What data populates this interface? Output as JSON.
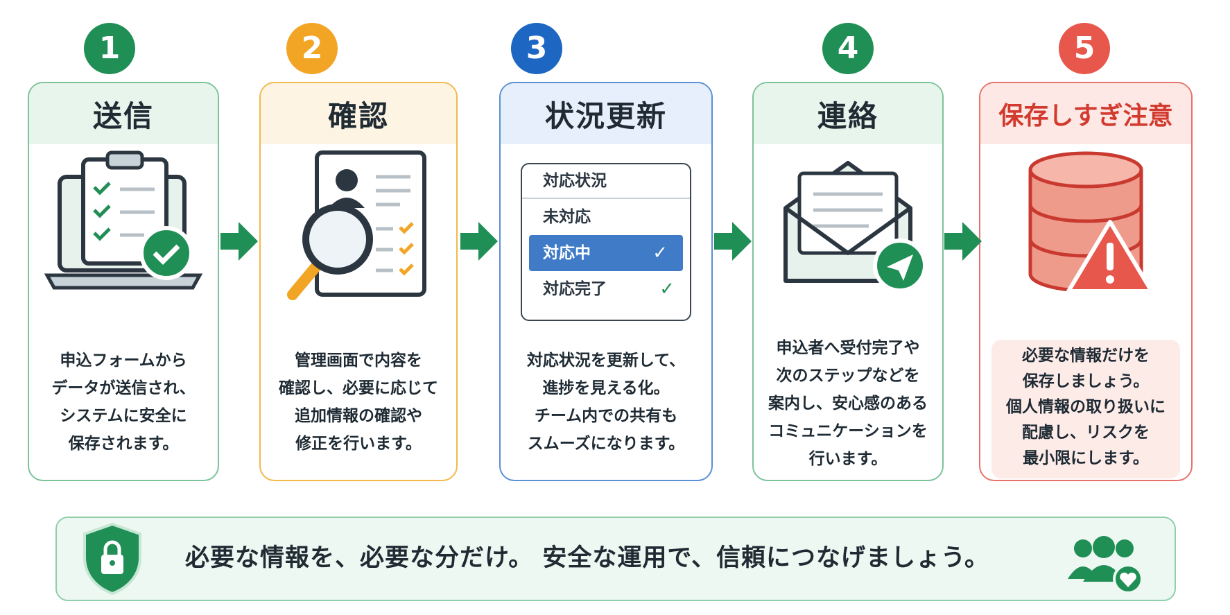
{
  "steps": [
    {
      "number": "1",
      "title": "送信",
      "desc": [
        "申込フォームから",
        "データが送信され、",
        "システムに安全に",
        "保存されます。"
      ]
    },
    {
      "number": "2",
      "title": "確認",
      "desc": [
        "管理画面で内容を",
        "確認し、必要に応じて",
        "追加情報の確認や",
        "修正を行います。"
      ]
    },
    {
      "number": "3",
      "title": "状況更新",
      "desc": [
        "対応状況を更新して、",
        "進捗を見える化。",
        "チーム内での共有も",
        "スムーズになります。"
      ],
      "dropdown": {
        "header": "対応状況",
        "options": [
          "未対応",
          "対応中",
          "対応完了"
        ],
        "selected": "対応中"
      }
    },
    {
      "number": "4",
      "title": "連絡",
      "desc": [
        "申込者へ受付完了や",
        "次のステップなどを",
        "案内し、安心感のある",
        "コミュニケーションを",
        "行います。"
      ]
    },
    {
      "number": "5",
      "title": "保存しすぎ注意",
      "desc": [
        "必要な情報だけを",
        "保存しましょう。",
        "個人情報の取り扱いに",
        "配慮し、リスクを",
        "最小限にします。"
      ]
    }
  ],
  "footer": {
    "message": "必要な情報を、必要な分だけ。 安全な運用で、信頼につなげましょう。"
  },
  "icons": [
    "clipboard-laptop-icon",
    "magnifier-document-icon",
    "dropdown-status-icon",
    "envelope-send-icon",
    "database-warning-icon",
    "shield-lock-icon",
    "people-heart-icon"
  ],
  "colors": {
    "green": "#1f8f55",
    "orange": "#f2a524",
    "blue": "#1d66c2",
    "red": "#e8574b"
  }
}
